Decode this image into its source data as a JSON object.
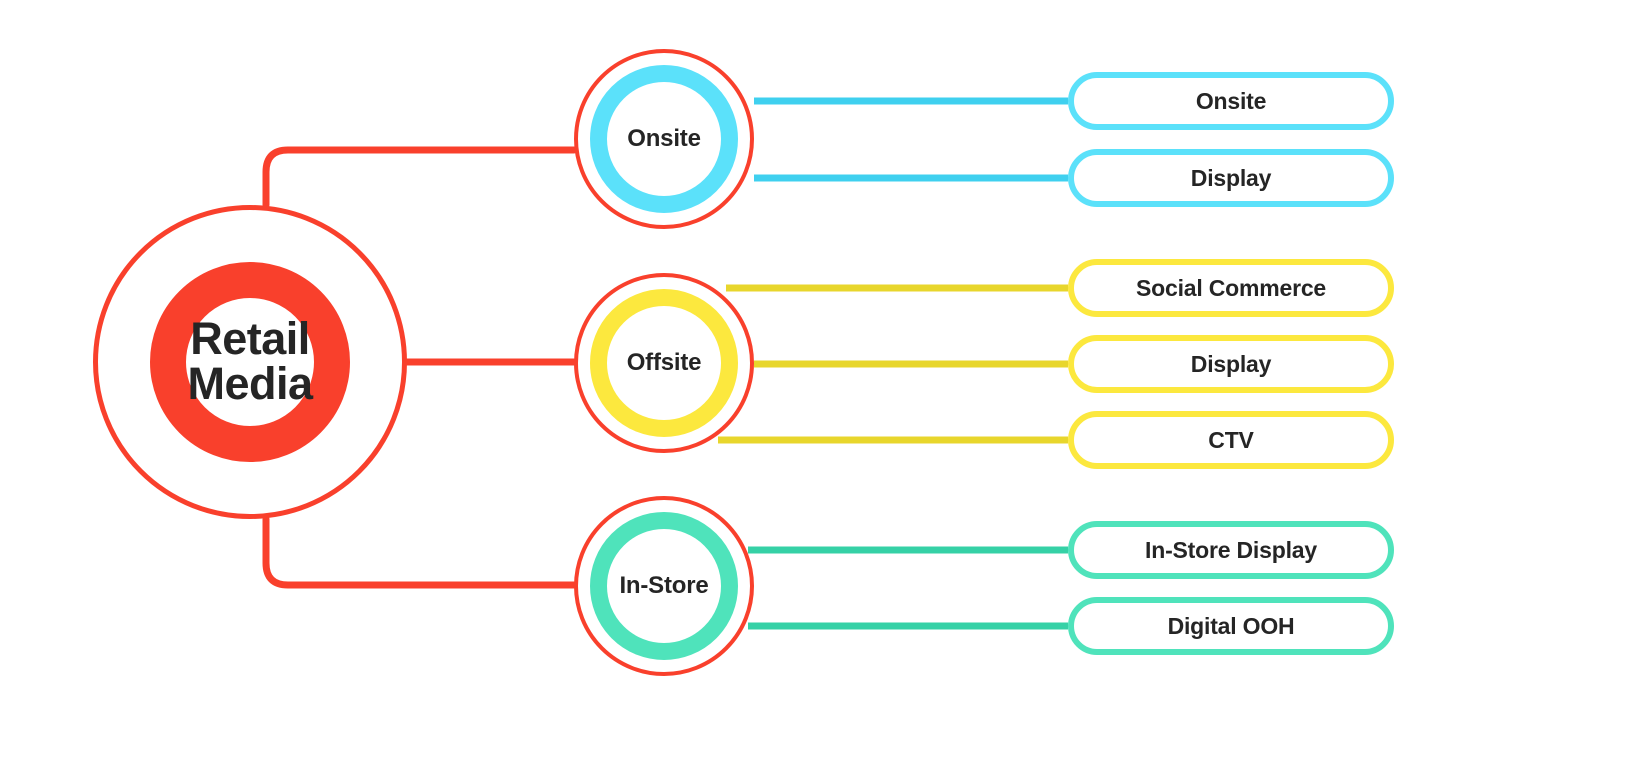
{
  "diagram": {
    "title": "Retail Media",
    "background_color": "#ffffff",
    "text_color": "#252525",
    "root": {
      "label": "Retail\nMedia",
      "ring_color": "#F9402C",
      "outer_ring_color": "#F9402C"
    },
    "branches": [
      {
        "id": "onsite",
        "label": "Onsite",
        "accent_color": "#5BE1FA",
        "edge_color": "#3FD0EF",
        "outer_ring_color": "#F9402C",
        "leaves": [
          {
            "label": "Onsite",
            "pill_border_color": "#5BE1FA",
            "connector_color": "#3FD0EF"
          },
          {
            "label": "Display",
            "pill_border_color": "#5BE1FA",
            "connector_color": "#3FD0EF"
          }
        ]
      },
      {
        "id": "offsite",
        "label": "Offsite",
        "accent_color": "#FCE83E",
        "edge_color": "#E8D62C",
        "outer_ring_color": "#F9402C",
        "leaves": [
          {
            "label": "Social Commerce",
            "pill_border_color": "#FCE83E",
            "connector_color": "#E8D62C"
          },
          {
            "label": "Display",
            "pill_border_color": "#FCE83E",
            "connector_color": "#E8D62C"
          },
          {
            "label": "CTV",
            "pill_border_color": "#FCE83E",
            "connector_color": "#E8D62C"
          }
        ]
      },
      {
        "id": "in-store",
        "label": "In-Store",
        "accent_color": "#4FE3BB",
        "edge_color": "#35D1A6",
        "outer_ring_color": "#F9402C",
        "leaves": [
          {
            "label": "In-Store Display",
            "pill_border_color": "#4FE3BB",
            "connector_color": "#35D1A6"
          },
          {
            "label": "Digital OOH",
            "pill_border_color": "#4FE3BB",
            "connector_color": "#35D1A6"
          }
        ]
      }
    ],
    "root_edge_color": "#F9402C"
  }
}
